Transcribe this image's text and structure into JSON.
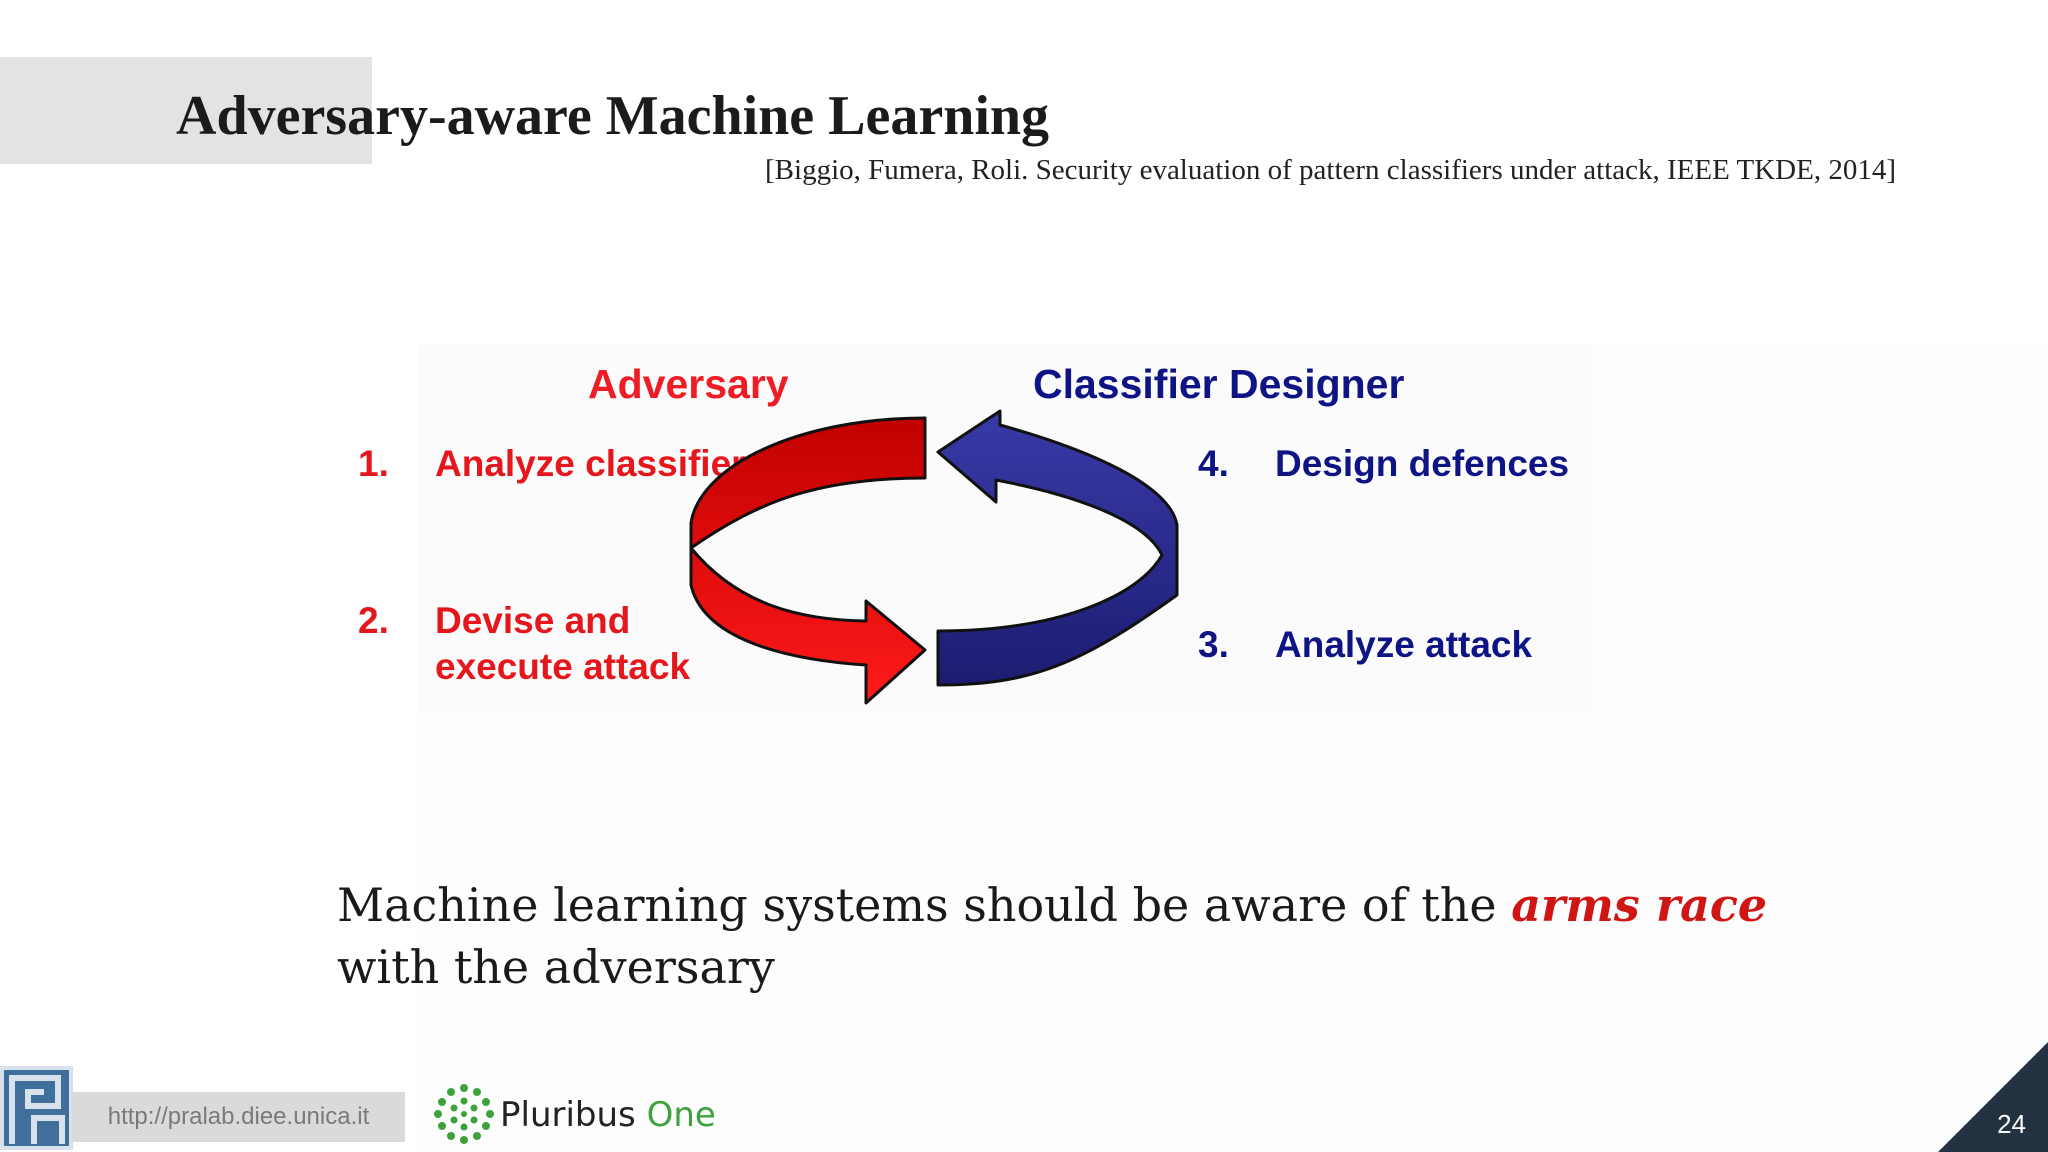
{
  "slide": {
    "title": "Adversary-aware Machine Learning",
    "citation": "[Biggio, Fumera, Roli. Security evaluation of pattern classifiers under attack, IEEE TKDE, 2014]",
    "page_number": "24"
  },
  "diagram": {
    "adversary_label": "Adversary",
    "designer_label": "Classifier Designer",
    "steps": [
      {
        "num": "1.",
        "text": "Analyze classifier"
      },
      {
        "num": "2.",
        "text": "Devise and execute attack"
      },
      {
        "num": "3.",
        "text": "Analyze attack"
      },
      {
        "num": "4.",
        "text": "Design defences"
      }
    ]
  },
  "caption": {
    "before": "Machine learning systems should be aware of the ",
    "emphasis": "arms race",
    "after": " with the adversary"
  },
  "footer": {
    "url": "http://pralab.diee.unica.it",
    "brand_name": "Pluribus ",
    "brand_suffix": "One"
  },
  "colors": {
    "adversary_red": "#ee1c25",
    "designer_blue": "#0f1484",
    "emphasis_red": "#d01515",
    "corner_dark": "#233240"
  }
}
